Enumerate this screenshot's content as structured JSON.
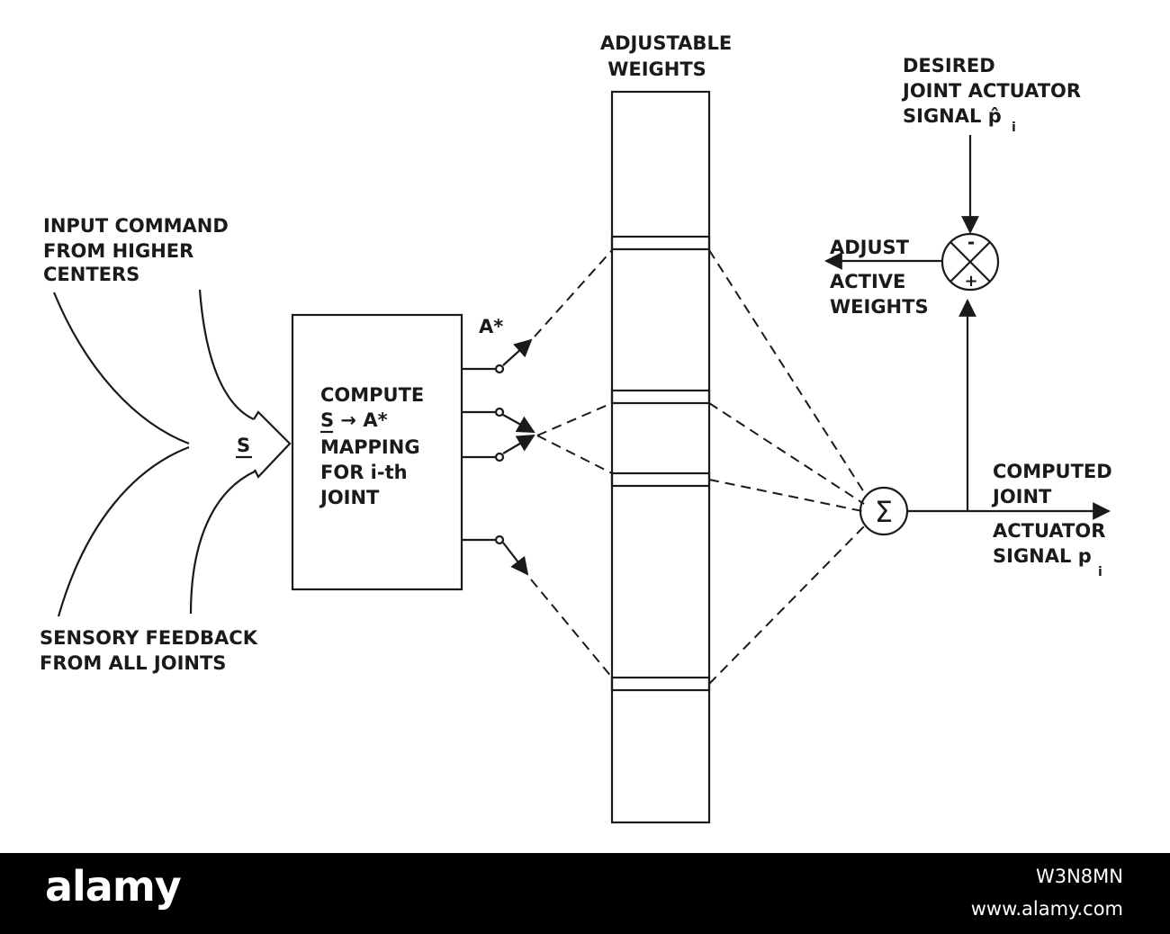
{
  "labels": {
    "weights_line1": "ADJUSTABLE",
    "weights_line2": "WEIGHTS",
    "desired_line1": "DESIRED",
    "desired_line2": "JOINT ACTUATOR",
    "desired_line3": "SIGNAL p̂",
    "desired_sub": "i",
    "input_line1": "INPUT COMMAND",
    "input_line2": "FROM HIGHER",
    "input_line3": "CENTERS",
    "adjust_line1": "ADJUST",
    "adjust_line2": "ACTIVE",
    "adjust_line3": "WEIGHTS",
    "a_star": "A*",
    "s_symbol": "S",
    "box_line1": "COMPUTE",
    "box_line2": "S → A*",
    "box_line3": "MAPPING",
    "box_line4": "FOR i-th",
    "box_line5": "JOINT",
    "sum_symbol": "Σ",
    "comparator_minus": "-",
    "comparator_plus": "+",
    "computed_line1": "COMPUTED",
    "computed_line2": "JOINT",
    "computed_line3": "ACTUATOR",
    "computed_line4": "SIGNAL p",
    "computed_sub": "i",
    "sensory_line1": "SENSORY FEEDBACK",
    "sensory_line2": "FROM ALL JOINTS"
  },
  "footer": {
    "brand": "alamy",
    "image_id": "W3N8MN",
    "image_url": "www.alamy.com"
  }
}
